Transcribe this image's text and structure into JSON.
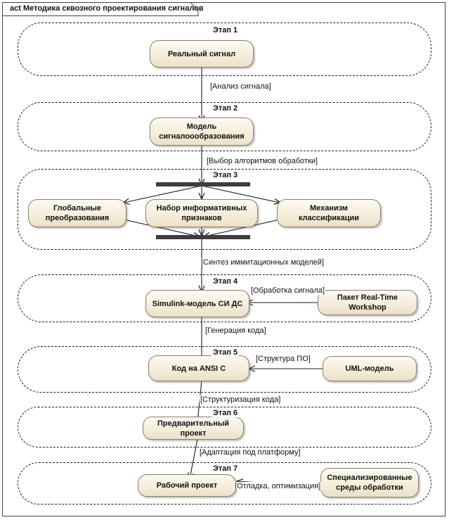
{
  "diagram": {
    "kind_prefix": "act",
    "title": "act Методика сквозного проектирования сигналов",
    "frame_label": "Методика сквозного проектирования сигналов"
  },
  "lanes": [
    {
      "id": "stage1",
      "title": "Этап 1"
    },
    {
      "id": "stage2",
      "title": "Этап 2"
    },
    {
      "id": "stage3",
      "title": "Этап 3"
    },
    {
      "id": "stage4",
      "title": "Этап 4"
    },
    {
      "id": "stage5",
      "title": "Этап 5"
    },
    {
      "id": "stage6",
      "title": "Этап 6"
    },
    {
      "id": "stage7",
      "title": "Этап 7"
    }
  ],
  "nodes": {
    "real_signal": "Реальный сигнал",
    "signal_model": "Модель\nсигналоообразования",
    "global_transforms": "Глобальные\nпреобразования",
    "feature_set": "Набор информативных\nпризнаков",
    "classification": "Механизм классификации",
    "simulink_model": "Simulink-модель СИ ДС",
    "rtw_package": "Пакет Real-Time Workshop",
    "ansi_c_code": "Код на ANSI C",
    "uml_model": "UML-модель",
    "preliminary_project": "Предварительный проект",
    "working_project": "Рабочий проект",
    "special_envs": "Специализированные\nсреды обработки"
  },
  "edge_labels": {
    "analysis": "[Анализ сигнала]",
    "algorithm_choice": "[Выбор алгоритмов обработки]",
    "model_synthesis": "[Синтез иммитационных моделей]",
    "signal_processing": "[Обработка сигнала]",
    "code_generation": "[Генерация кода]",
    "software_structure": "[Структура ПО]",
    "code_structuring": "[Структуризация кода]",
    "platform_adaptation": "[Адаптация под платформу]",
    "debug_optimize": "[Отладка, оптимизация]"
  },
  "colors": {
    "node_fill_top": "#fdfaf2",
    "node_fill_bottom": "#ece0c8",
    "node_border": "#8a7f6a",
    "bar": "#3d3d3d",
    "lane_border": "#1a1a1a",
    "frame_border": "#444444",
    "text": "#111111",
    "background": "#ffffff"
  }
}
